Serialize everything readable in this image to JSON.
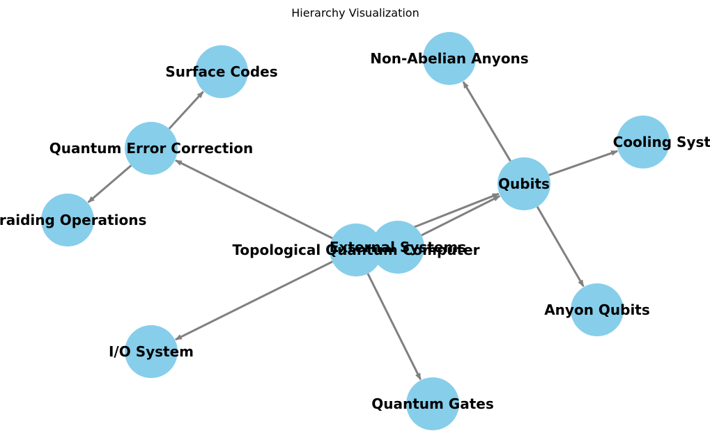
{
  "title": "Hierarchy Visualization",
  "colors": {
    "node_fill": "#87CEEB",
    "edge": "#808080",
    "label": "#000000"
  },
  "nodes": [
    {
      "id": "tqc",
      "label": "Topological Quantum Computer"
    },
    {
      "id": "ext",
      "label": "External Systems"
    },
    {
      "id": "qec",
      "label": "Quantum Error Correction"
    },
    {
      "id": "surf",
      "label": "Surface Codes"
    },
    {
      "id": "braid",
      "label": "Braiding Operations"
    },
    {
      "id": "qubits",
      "label": "Qubits"
    },
    {
      "id": "nab",
      "label": "Non-Abelian Anyons"
    },
    {
      "id": "cool",
      "label": "Cooling System"
    },
    {
      "id": "anyon",
      "label": "Anyon Qubits"
    },
    {
      "id": "io",
      "label": "I/O System"
    },
    {
      "id": "gates",
      "label": "Quantum Gates"
    }
  ],
  "edges": [
    {
      "from": "tqc",
      "to": "qec"
    },
    {
      "from": "qec",
      "to": "surf"
    },
    {
      "from": "qec",
      "to": "braid"
    },
    {
      "from": "tqc",
      "to": "qubits"
    },
    {
      "from": "ext",
      "to": "qubits"
    },
    {
      "from": "qubits",
      "to": "nab"
    },
    {
      "from": "qubits",
      "to": "cool"
    },
    {
      "from": "qubits",
      "to": "anyon"
    },
    {
      "from": "tqc",
      "to": "io"
    },
    {
      "from": "tqc",
      "to": "gates"
    }
  ]
}
